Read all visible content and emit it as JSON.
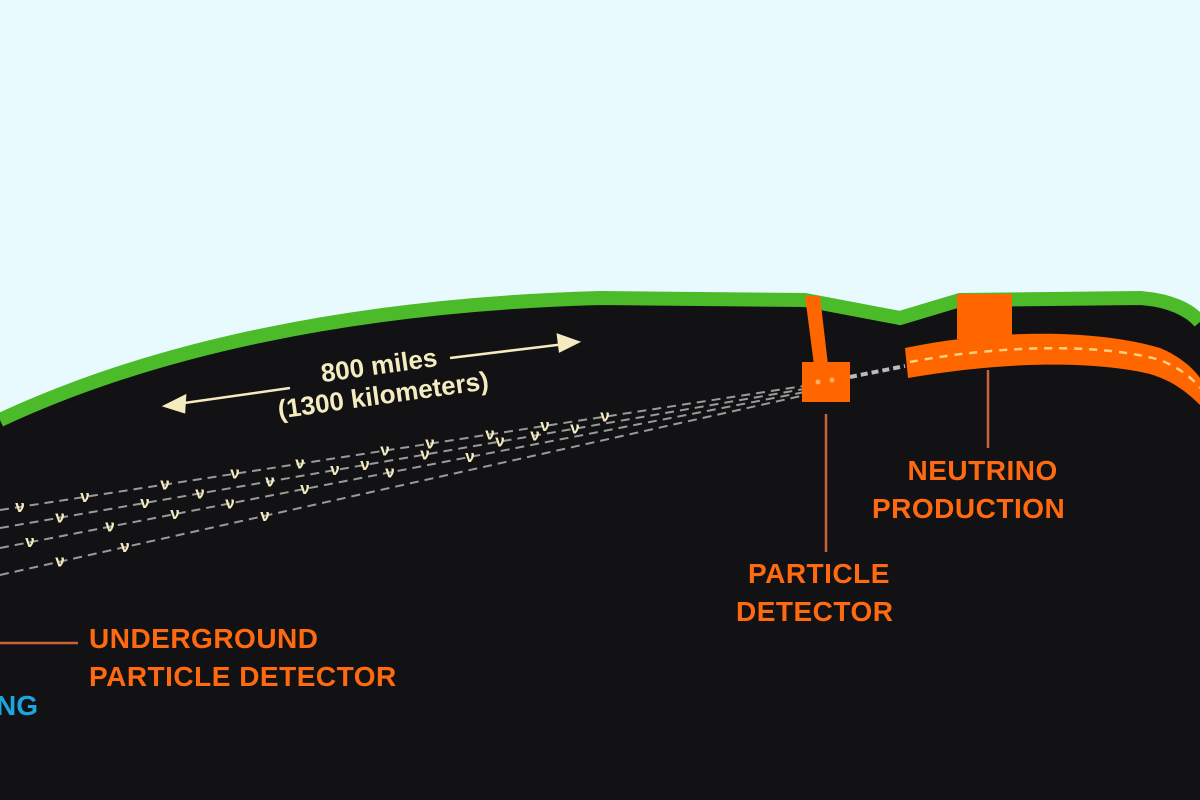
{
  "distance": {
    "miles": "800 miles",
    "km": "(1300 kilometers)"
  },
  "labels": {
    "neutrino_production": [
      "NEUTRINO",
      "PRODUCTION"
    ],
    "particle_detector": [
      "PARTICLE",
      "DETECTOR"
    ],
    "underground_detector": [
      "UNDERGROUND",
      "PARTICLE DETECTOR"
    ],
    "partial_blue": "NG"
  },
  "neutrino_symbol": "ν",
  "colors": {
    "sky": "#e8fafd",
    "ground": "#121214",
    "surface": "#4cbb2a",
    "facility": "#ff6600",
    "text_distance": "#f4ecc0",
    "blue_text": "#1aa6e0"
  }
}
